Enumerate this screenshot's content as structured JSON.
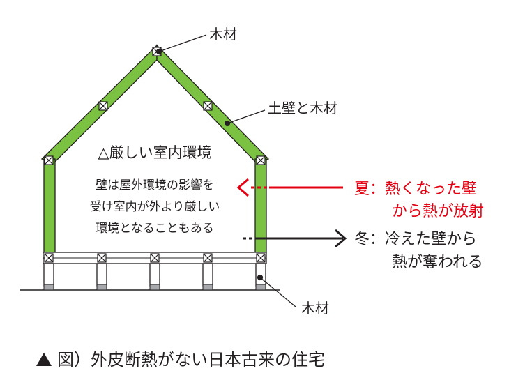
{
  "labels": {
    "wood_top": "木材",
    "wall_and_wood": "土壁と木材",
    "wood_bottom": "木材"
  },
  "interior": {
    "title": "△厳しい室内環境",
    "lines": [
      "壁は屋外環境の影響を",
      "受け室内が外より厳しい",
      "環境となることもある"
    ]
  },
  "summer": {
    "lines": [
      "夏：熱くなった壁",
      "から熱が放射"
    ]
  },
  "winter": {
    "lines": [
      "冬：冷えた壁から",
      "熱が奪われる"
    ]
  },
  "caption": {
    "text": "図）外皮断熱がない日本古来の住宅"
  },
  "colors": {
    "wall_green": "#7cc242",
    "summer_red": "#e50012",
    "line": "#231f20"
  }
}
